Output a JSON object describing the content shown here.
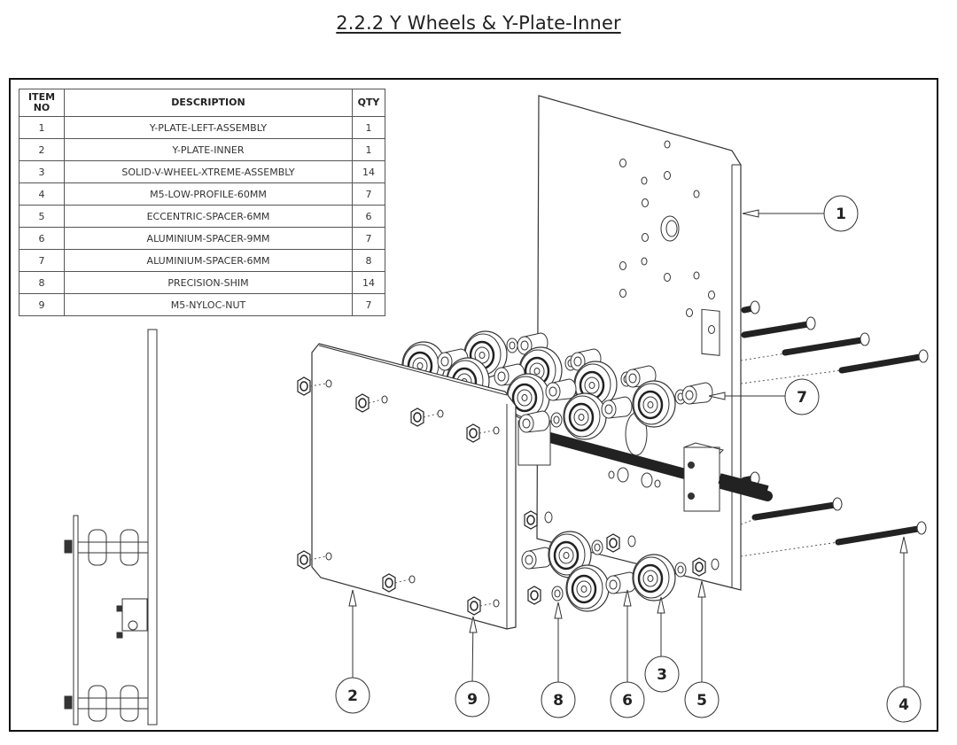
{
  "document": {
    "section_title": "2.2.2  Y Wheels & Y-Plate-Inner"
  },
  "bom_table": {
    "headers": {
      "item_no": "ITEM NO",
      "description": "DESCRIPTION",
      "qty": "QTY"
    },
    "rows": [
      {
        "item": "1",
        "description": "Y-PLATE-LEFT-ASSEMBLY",
        "qty": "1"
      },
      {
        "item": "2",
        "description": "Y-PLATE-INNER",
        "qty": "1"
      },
      {
        "item": "3",
        "description": "SOLID-V-WHEEL-XTREME-ASSEMBLY",
        "qty": "14"
      },
      {
        "item": "4",
        "description": "M5-LOW-PROFILE-60MM",
        "qty": "7"
      },
      {
        "item": "5",
        "description": "ECCENTRIC-SPACER-6MM",
        "qty": "6"
      },
      {
        "item": "6",
        "description": "ALUMINIUM-SPACER-9MM",
        "qty": "7"
      },
      {
        "item": "7",
        "description": "ALUMINIUM-SPACER-6MM",
        "qty": "8"
      },
      {
        "item": "8",
        "description": "PRECISION-SHIM",
        "qty": "14"
      },
      {
        "item": "9",
        "description": "M5-NYLOC-NUT",
        "qty": "7"
      }
    ]
  },
  "balloons": [
    {
      "number": "1",
      "part": "Y-PLATE-LEFT-ASSEMBLY"
    },
    {
      "number": "2",
      "part": "Y-PLATE-INNER"
    },
    {
      "number": "3",
      "part": "SOLID-V-WHEEL-XTREME-ASSEMBLY"
    },
    {
      "number": "4",
      "part": "M5-LOW-PROFILE-60MM"
    },
    {
      "number": "5",
      "part": "ECCENTRIC-SPACER-6MM"
    },
    {
      "number": "6",
      "part": "ALUMINIUM-SPACER-9MM"
    },
    {
      "number": "7",
      "part": "ALUMINIUM-SPACER-6MM"
    },
    {
      "number": "8",
      "part": "PRECISION-SHIM"
    },
    {
      "number": "9",
      "part": "M5-NYLOC-NUT"
    }
  ]
}
